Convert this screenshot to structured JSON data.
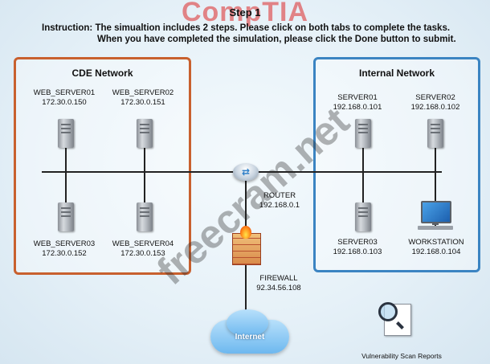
{
  "header": {
    "step_title": "Step 1",
    "instruction_line1": "Instruction: The simualtion includes 2 steps. Please click on both tabs to complete the tasks.",
    "instruction_line2": "When you have completed the simulation, please click the Done button to submit.",
    "brand_watermark": "CompTIA",
    "site_watermark": "freecram.net"
  },
  "cde_network": {
    "title": "CDE Network",
    "servers": [
      {
        "name": "WEB_SERVER01",
        "ip": "172.30.0.150"
      },
      {
        "name": "WEB_SERVER02",
        "ip": "172.30.0.151"
      },
      {
        "name": "WEB_SERVER03",
        "ip": "172.30.0.152"
      },
      {
        "name": "WEB_SERVER04",
        "ip": "172.30.0.153"
      }
    ]
  },
  "internal_network": {
    "title": "Internal Network",
    "servers": [
      {
        "name": "SERVER01",
        "ip": "192.168.0.101"
      },
      {
        "name": "SERVER02",
        "ip": "192.168.0.102"
      },
      {
        "name": "SERVER03",
        "ip": "192.168.0.103"
      },
      {
        "name": "WORKSTATION",
        "ip": "192.168.0.104"
      }
    ]
  },
  "router": {
    "name": "ROUTER",
    "ip": "192.168.0.1"
  },
  "firewall": {
    "name": "FIREWALL",
    "ip": "92.34.56.108"
  },
  "internet": {
    "label": "Internet"
  },
  "vuln_reports": {
    "label": "Vulnerability Scan Reports"
  },
  "colors": {
    "cde_border": "#c8602e",
    "internal_border": "#3b84c2",
    "cloud": "#6db8ef"
  }
}
